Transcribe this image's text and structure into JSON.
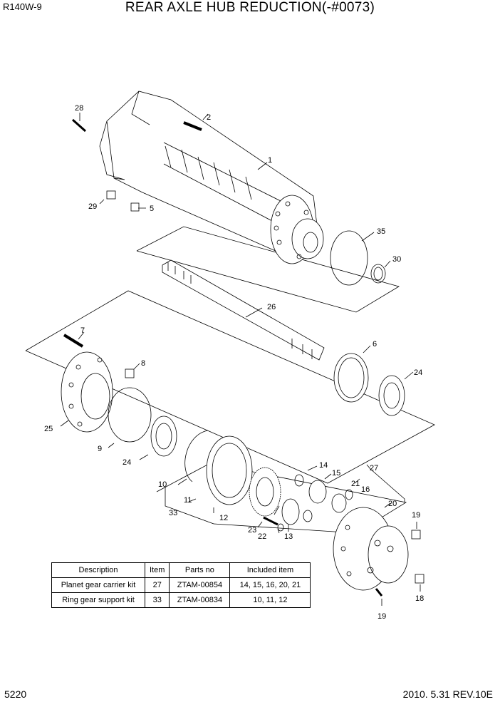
{
  "header": {
    "model": "R140W-9",
    "title": "REAR AXLE HUB REDUCTION(-#0073)"
  },
  "footer": {
    "page_number": "5220",
    "revision": "2010. 5.31  REV.10E"
  },
  "callouts": [
    "28",
    "2",
    "1",
    "29",
    "5",
    "35",
    "30",
    "26",
    "7",
    "6",
    "8",
    "24",
    "25",
    "9",
    "24",
    "14",
    "15",
    "27",
    "10",
    "21",
    "16",
    "11",
    "20",
    "19",
    "33",
    "12",
    "23",
    "22",
    "13",
    "18",
    "19"
  ],
  "kits_table": {
    "headers": [
      "Description",
      "Item",
      "Parts no",
      "Included item"
    ],
    "rows": [
      [
        "Planet gear carrier kit",
        "27",
        "ZTAM-00854",
        "14, 15, 16, 20, 21"
      ],
      [
        "Ring gear support kit",
        "33",
        "ZTAM-00834",
        "10, 11, 12"
      ]
    ]
  }
}
